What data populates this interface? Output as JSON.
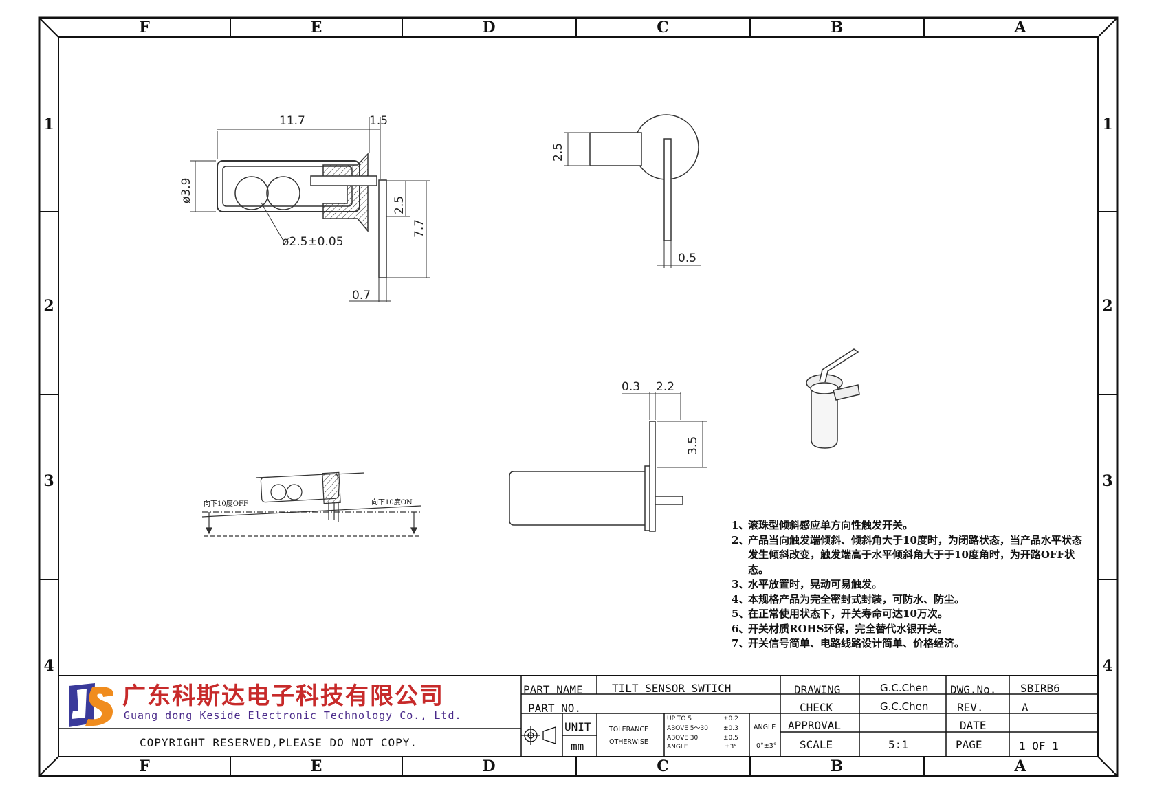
{
  "border": {
    "columns": [
      "F",
      "E",
      "D",
      "C",
      "B",
      "A"
    ],
    "rows": [
      "1",
      "2",
      "3",
      "4"
    ]
  },
  "views": {
    "side_section": {
      "dim_length": "11.7",
      "dim_flange": "1.5",
      "dim_diameter": "ø3.9",
      "dim_ball": "ø2.5±0.05",
      "dim_pin_height": "2.5",
      "dim_total_height": "7.7",
      "dim_pin_width": "0.7"
    },
    "end_view": {
      "dim_body": "2.5",
      "dim_pin": "0.5"
    },
    "bottom_view": {
      "dim_pin_offset": "0.3",
      "dim_pin_length": "2.2",
      "dim_tab": "3.5"
    },
    "tilt_view": {
      "label_off": "向下10度OFF",
      "label_on": "向下10度ON"
    }
  },
  "notes": [
    {
      "num": "1、",
      "text": "滚珠型倾斜感应单方向性触发开关。"
    },
    {
      "num": "2、",
      "text": "产品当向触发端倾斜、倾斜角大于10度时，为闭路状态，当产品水平状态发生倾斜改变，触发端高于水平倾斜角大于于10度角时，为开路OFF状态。"
    },
    {
      "num": "3、",
      "text": "水平放置时，晃动可易触发。"
    },
    {
      "num": "4、",
      "text": "本规格产品为完全密封式封装，可防水、防尘。"
    },
    {
      "num": "5、",
      "text": "在正常使用状态下，开关寿命可达10万次。"
    },
    {
      "num": "6、",
      "text": "开关材质ROHS环保，完全替代水银开关。"
    },
    {
      "num": "7、",
      "text": "开关信号简单、电路线路设计简单、价格经济。"
    }
  ],
  "company": {
    "name_cn": "广东科斯达电子科技有限公司",
    "name_en": "Guang dong Keside  Electronic Technology Co., Ltd."
  },
  "copyright": "COPYRIGHT RESERVED,PLEASE DO NOT COPY.",
  "title_block": {
    "part_name_label": "PART NAME",
    "part_name_value": "TILT SENSOR SWTICH",
    "part_no_label": "PART NO.",
    "part_no_value": "",
    "unit_label": "UNIT",
    "unit_value": "mm",
    "tolerance_label_1": "TOLERANCE",
    "tolerance_label_2": "OTHERWISE",
    "tol_row1_label": "UP TO 5",
    "tol_row1_value": "±0.2",
    "tol_row2_label": "ABOVE 5～30",
    "tol_row2_value": "±0.3",
    "tol_row3_label": "ABOVE 30",
    "tol_row3_value": "±0.5",
    "tol_row4_label": "ANGLE",
    "tol_row4_value": "±3°",
    "angle_label": "ANGLE",
    "angle_value": "0°±3°",
    "drawing_label": "DRAWING",
    "drawing_value": "G.C.Chen",
    "check_label": "CHECK",
    "check_value": "G.C.Chen",
    "approval_label": "APPROVAL",
    "approval_value": "",
    "scale_label": "SCALE",
    "scale_value": "5:1",
    "dwg_no_label": "DWG.No.",
    "dwg_no_value": "SBIRB6",
    "rev_label": "REV.",
    "rev_value": "A",
    "date_label": "DATE",
    "date_value": "",
    "page_label": "PAGE",
    "page_value": "1 OF 1"
  },
  "colors": {
    "logo_blue": "#3a3a9a",
    "logo_orange": "#f08c1e",
    "company_red": "#c72a2a",
    "company_en_purple": "#4a2a8a"
  }
}
